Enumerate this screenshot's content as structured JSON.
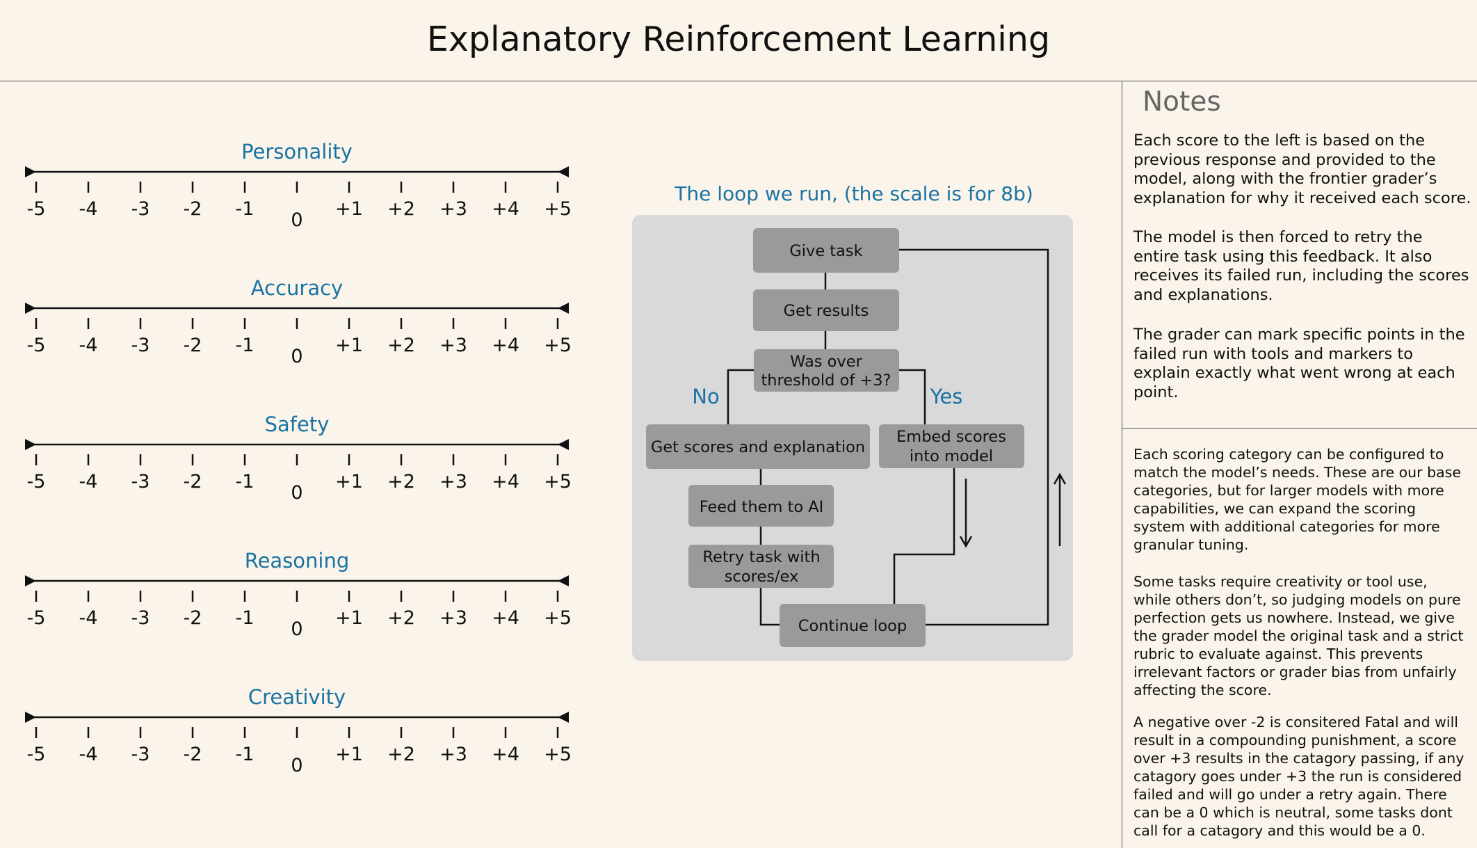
{
  "title": "Explanatory Reinforcement Learning",
  "scales": [
    {
      "name": "Personality"
    },
    {
      "name": "Accuracy"
    },
    {
      "name": "Safety"
    },
    {
      "name": "Reasoning"
    },
    {
      "name": "Creativity"
    }
  ],
  "tick_labels": [
    "-5",
    "-4",
    "-3",
    "-2",
    "-1",
    "0",
    "+1",
    "+2",
    "+3",
    "+4",
    "+5"
  ],
  "loop": {
    "title": "The loop we run, (the scale is for 8b)",
    "boxes": {
      "give_task": "Give task",
      "get_results": "Get results",
      "threshold_line1": "Was over",
      "threshold_line2": "threshold of +3?",
      "get_scores": "Get scores and explanation",
      "embed_line1": "Embed scores",
      "embed_line2": "into model",
      "feed": "Feed them to AI",
      "retry_line1": "Retry task with",
      "retry_line2": "scores/ex",
      "continue": "Continue loop"
    },
    "no_label": "No",
    "yes_label": "Yes"
  },
  "notes": {
    "heading": "Notes",
    "p1": [
      "Each score to the left is based on the",
      "previous response and provided to the",
      "model, along with the frontier grader’s",
      "explanation for why it received each score."
    ],
    "p2": [
      "The model is then forced to retry the",
      "entire task using this feedback. It also",
      "receives its failed run, including the scores",
      "and explanations."
    ],
    "p3": [
      "The grader can mark specific points in the",
      "failed run with tools and markers to",
      "explain exactly what went wrong at each",
      "point."
    ],
    "p4": [
      "Each scoring category can be configured to",
      "match the model’s needs. These are our base",
      "categories, but for larger models with more",
      "capabilities, we can expand the scoring",
      "system with additional categories for more",
      "granular tuning."
    ],
    "p5": [
      "Some tasks require creativity or tool use,",
      "while others don’t, so judging models on pure",
      "perfection gets us nowhere. Instead, we give",
      "the grader model the original task and a strict",
      "rubric to evaluate against. This prevents",
      "irrelevant factors or grader bias from unfairly",
      "affecting the score."
    ],
    "p6": [
      "A negative over -2 is consitered Fatal and will",
      "result in a compounding punishment, a score",
      "over +3 results in the catagory passing, if any",
      "catagory goes under +3 the run is considered",
      "failed and will go under a retry again. There",
      "can be a 0 which is neutral, some tasks dont",
      "call for a catagory and this would be a 0."
    ]
  },
  "colors": {
    "background": "#faf4ea",
    "accent": "#1a73a3",
    "box": "#9a9a9a",
    "panel": "#d9d9d9"
  }
}
